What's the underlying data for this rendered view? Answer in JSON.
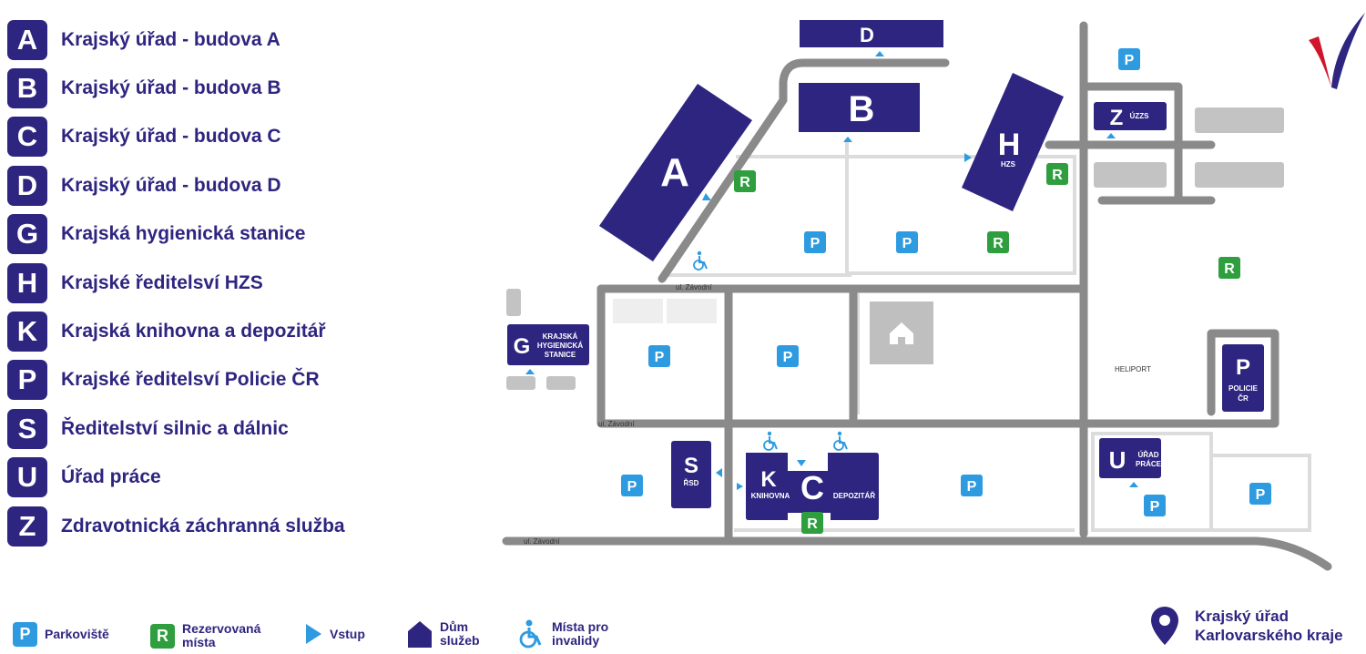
{
  "buildings_list": [
    {
      "letter": "A",
      "label": "Krajský úřad - budova A"
    },
    {
      "letter": "B",
      "label": "Krajský úřad - budova B"
    },
    {
      "letter": "C",
      "label": "Krajský úřad - budova C"
    },
    {
      "letter": "D",
      "label": "Krajský úřad - budova D"
    },
    {
      "letter": "G",
      "label": "Krajská hygienická stanice"
    },
    {
      "letter": "H",
      "label": "Krajské ředitelsví HZS"
    },
    {
      "letter": "K",
      "label": "Krajská knihovna a depozitář"
    },
    {
      "letter": "P",
      "label": "Krajské ředitelsví Policie ČR"
    },
    {
      "letter": "S",
      "label": "Ředitelství silnic a dálnic"
    },
    {
      "letter": "U",
      "label": "Úřad práce"
    },
    {
      "letter": "Z",
      "label": "Zdravotnická záchranná služba"
    }
  ],
  "map": {
    "streets": [
      "ul. Závodní",
      "ul. Závodní",
      "ul. Závodní"
    ],
    "heliport": "HELIPORT",
    "buildings": {
      "A": "A",
      "B": "B",
      "D": "D",
      "H": {
        "letter": "H",
        "sub": "HZS"
      },
      "Z": {
        "letter": "Z",
        "sub": "ÚZZS"
      },
      "G": {
        "letter": "G",
        "sub1": "KRAJSKÁ",
        "sub2": "HYGIENICKÁ",
        "sub3": "STANICE"
      },
      "P": {
        "letter": "P",
        "sub1": "POLICIE",
        "sub2": "ČR"
      },
      "U": {
        "letter": "U",
        "sub1": "ÚŘAD",
        "sub2": "PRÁCE"
      },
      "S": {
        "letter": "S",
        "sub": "ŘSD"
      },
      "K": {
        "letter": "K",
        "sub": "KNIHOVNA"
      },
      "C": {
        "letter": "C",
        "sub": "DEPOZITÁŘ"
      }
    },
    "parking_symbol": "P",
    "reserved_symbol": "R"
  },
  "legend": {
    "parking_symbol": "P",
    "parking": "Parkoviště",
    "reserved_symbol": "R",
    "reserved_line1": "Rezervovaná",
    "reserved_line2": "místa",
    "entrance": "Vstup",
    "house_line1": "Dům",
    "house_line2": "služeb",
    "disabled_line1": "Místa pro",
    "disabled_line2": "invalidy"
  },
  "office": {
    "line1": "Krajský úřad",
    "line2": "Karlovarského kraje"
  },
  "colors": {
    "building": "#2e2580",
    "parking": "#2e9be0",
    "reserved": "#2e9e3e",
    "road": "#8a8a8a",
    "logo_red": "#d0142c"
  }
}
